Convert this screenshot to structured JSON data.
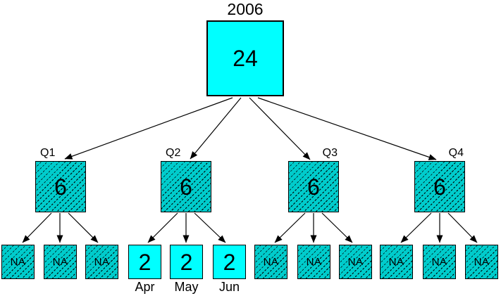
{
  "title": "2006",
  "colors": {
    "solid_fill": "#00ffff",
    "hatched_fill": "#00cccc",
    "border": "#000000",
    "arrow": "#000000"
  },
  "root": {
    "value": "24"
  },
  "quarters": [
    {
      "label": "Q1",
      "value": "6"
    },
    {
      "label": "Q2",
      "value": "6"
    },
    {
      "label": "Q3",
      "value": "6"
    },
    {
      "label": "Q4",
      "value": "6"
    }
  ],
  "leaves": [
    {
      "value": "NA"
    },
    {
      "value": "NA"
    },
    {
      "value": "NA"
    },
    {
      "value": "2",
      "label": "Apr"
    },
    {
      "value": "2",
      "label": "May"
    },
    {
      "value": "2",
      "label": "Jun"
    },
    {
      "value": "NA"
    },
    {
      "value": "NA"
    },
    {
      "value": "NA"
    },
    {
      "value": "NA"
    },
    {
      "value": "NA"
    },
    {
      "value": "NA"
    }
  ]
}
